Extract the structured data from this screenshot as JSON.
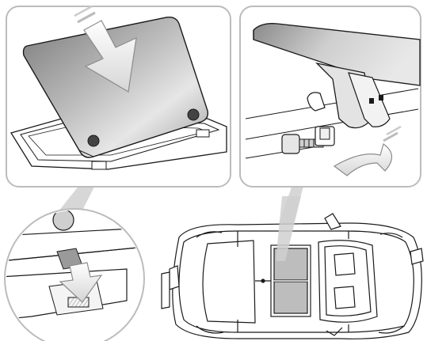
{
  "figure": {
    "panels": [
      {
        "id": "panel-lid-closing",
        "icon": "arrow-down-icon"
      },
      {
        "id": "panel-hinge-engage",
        "icon": "rotate-arrow-icon"
      },
      {
        "id": "panel-latch-detail",
        "icon": "arrow-down-icon"
      },
      {
        "id": "panel-car-top-view"
      }
    ],
    "colors": {
      "line": "#1a1a1a",
      "panel_border": "#b3b3b3",
      "panel_fill": "#ffffff",
      "lid_dark": "#6e6e6e",
      "lid_light": "#d9d9d9",
      "arrow_fill": "#efefef",
      "arrow_stroke": "#8c8c8c",
      "callout": "#cfcfcf"
    }
  }
}
